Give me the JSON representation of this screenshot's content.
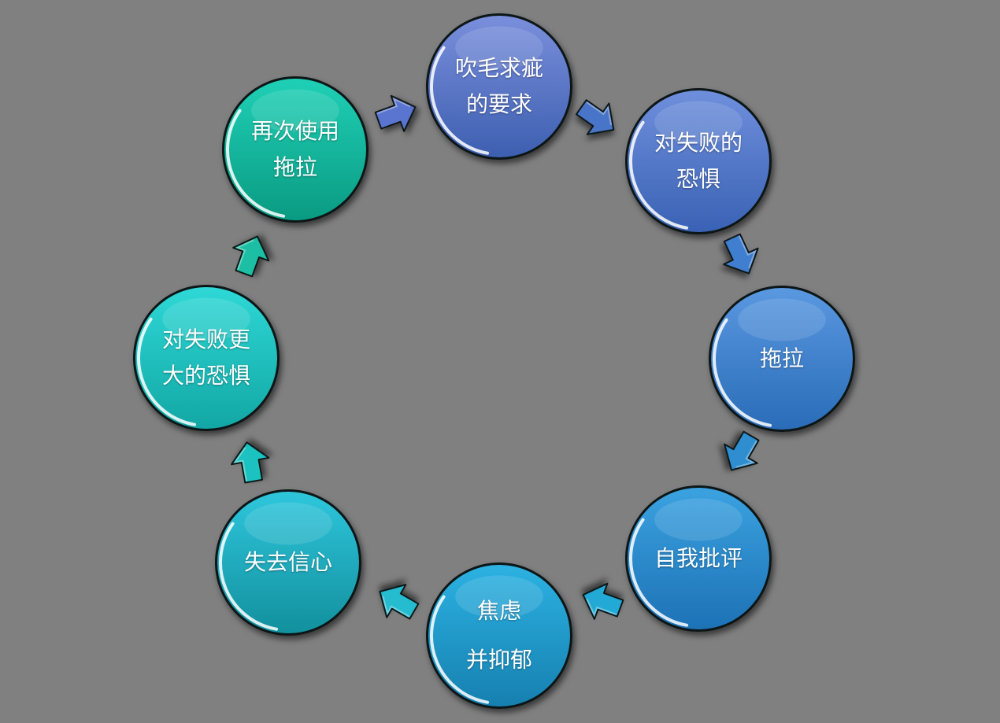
{
  "cycle": {
    "nodes": [
      {
        "lines": [
          "吹毛求疵",
          "的要求"
        ],
        "color_top": "#7a8fdc",
        "color_bottom": "#3d5fb0"
      },
      {
        "lines": [
          "对失败的",
          "恐惧"
        ],
        "color_top": "#6f8fdc",
        "color_bottom": "#3a62b4"
      },
      {
        "lines": [
          "拖拉"
        ],
        "color_top": "#5a98e0",
        "color_bottom": "#2a6cb8"
      },
      {
        "lines": [
          "自我批评"
        ],
        "color_top": "#3ba2e0",
        "color_bottom": "#1d72b6"
      },
      {
        "lines": [
          "焦虑",
          "并抑郁"
        ],
        "color_top": "#2cb2e2",
        "color_bottom": "#1680b0"
      },
      {
        "lines": [
          "失去信心"
        ],
        "color_top": "#2ec6dc",
        "color_bottom": "#12909e"
      },
      {
        "lines": [
          "对失败更",
          "大的恐惧"
        ],
        "color_top": "#2ed8d6",
        "color_bottom": "#12a7a4"
      },
      {
        "lines": [
          "再次使用",
          "拖拉"
        ],
        "color_top": "#1fd0b6",
        "color_bottom": "#0a9b82"
      }
    ],
    "arrow_colors": [
      "#5a74cf",
      "#4a74c8",
      "#3f7fd0",
      "#2e8ed0",
      "#24a9d6",
      "#26bccf",
      "#1fc2bf",
      "#1bbfa3"
    ]
  }
}
